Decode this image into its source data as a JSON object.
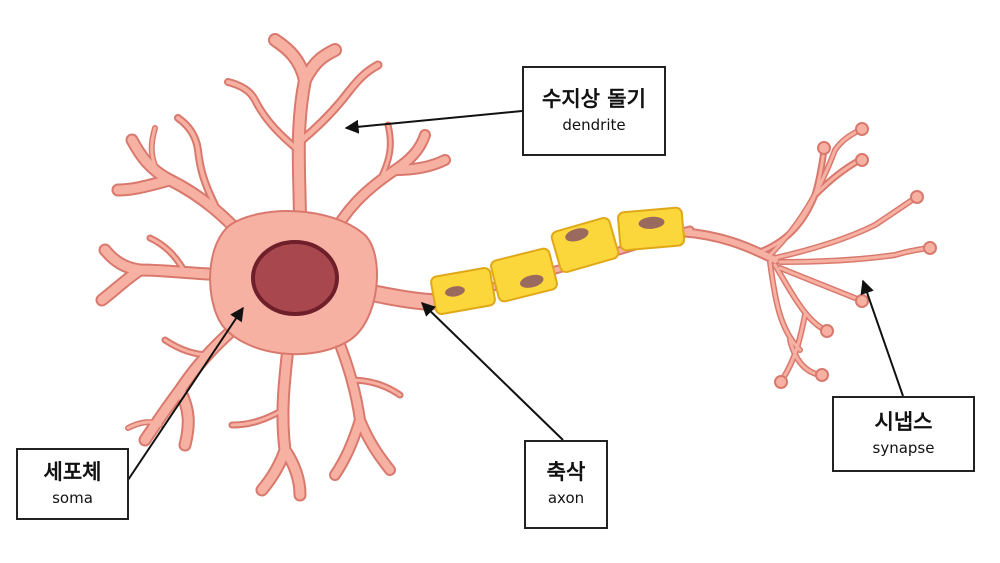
{
  "colors": {
    "membrane_fill": "#f7b1a3",
    "membrane_stroke": "#d9796d",
    "nucleus_fill": "#a9474f",
    "nucleus_stroke": "#6e1f2a",
    "myelin_fill": "#fcd73c",
    "myelin_stroke": "#e0a818",
    "schwann_nucleus": "#9b6a5f",
    "arrow": "#111111"
  },
  "labels": {
    "dendrite": {
      "korean": "수지상 돌기",
      "english": "dendrite",
      "icon": "arrow-pointer-icon"
    },
    "soma": {
      "korean": "세포체",
      "english": "soma",
      "icon": "arrow-pointer-icon"
    },
    "axon": {
      "korean": "축삭",
      "english": "axon",
      "icon": "arrow-pointer-icon"
    },
    "synapse": {
      "korean": "시냅스",
      "english": "synapse",
      "icon": "arrow-pointer-icon"
    }
  }
}
